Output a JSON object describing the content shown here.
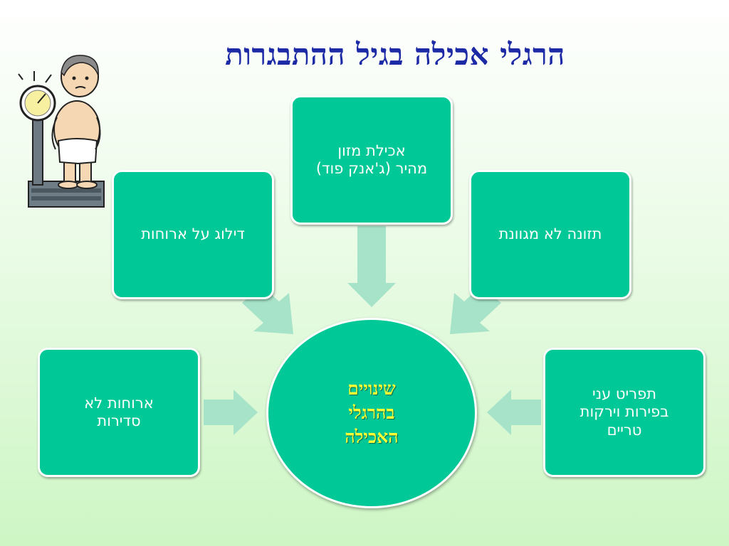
{
  "title": "הרגלי אכילה בגיל ההתבגרות",
  "center": {
    "text": "שינויים\nבהרגלי\nהאכילה"
  },
  "boxes": {
    "junk_food": {
      "line1": "אכילת מזון",
      "line2": "מהיר (ג'אנק פוד)"
    },
    "skip_meals": {
      "line1": "דילוג על ארוחות"
    },
    "unvaried_diet": {
      "line1": "תזונה לא מגוונת"
    },
    "irregular_meals": {
      "line1": "ארוחות לא",
      "line2": "סדירות"
    },
    "poor_menu": {
      "line1": "תפריט עני",
      "line2": "בפירות וירקות",
      "line3": "טריים"
    }
  },
  "colors": {
    "title": "#1d2aa6",
    "box_fill": "#00c896",
    "center_text": "#ffff33",
    "arrow": "#a6e3c8"
  },
  "illustration": {
    "icon": "scale-boy-illustration"
  }
}
